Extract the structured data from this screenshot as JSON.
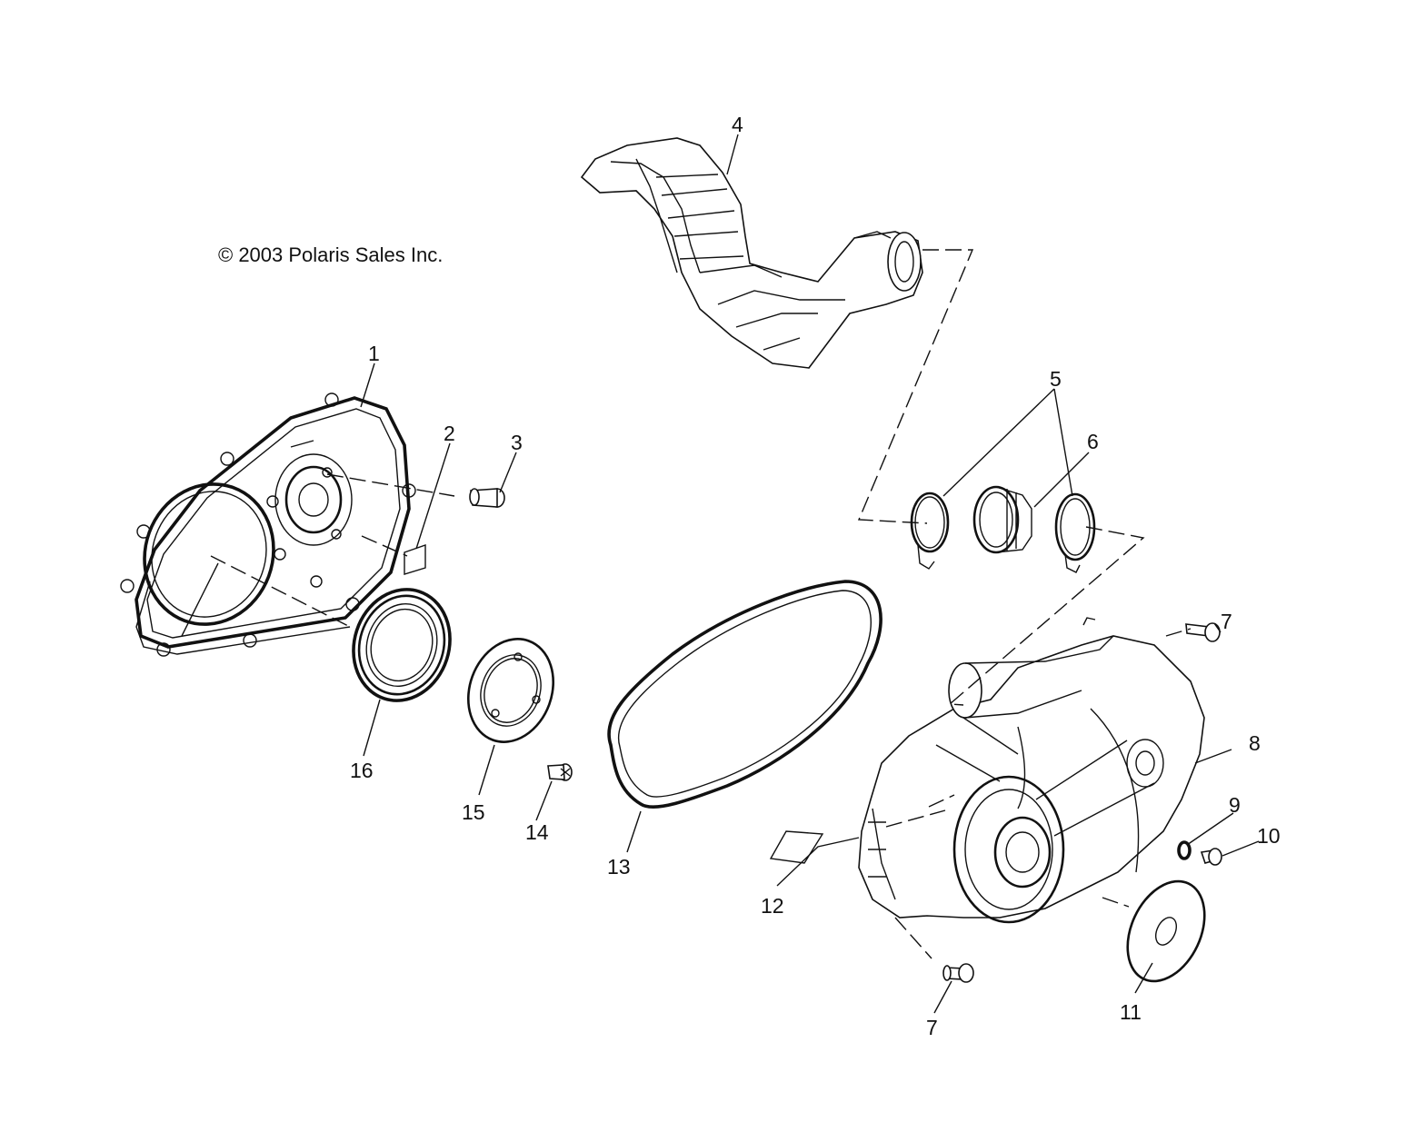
{
  "copyright": "© 2003 Polaris Sales Inc.",
  "callouts": {
    "c1": "1",
    "c2": "2",
    "c3": "3",
    "c4": "4",
    "c5": "5",
    "c6": "6",
    "c7a": "7",
    "c7b": "7",
    "c8": "8",
    "c9": "9",
    "c10": "10",
    "c11": "11",
    "c12": "12",
    "c13": "13",
    "c14": "14",
    "c15": "15",
    "c16": "16"
  }
}
